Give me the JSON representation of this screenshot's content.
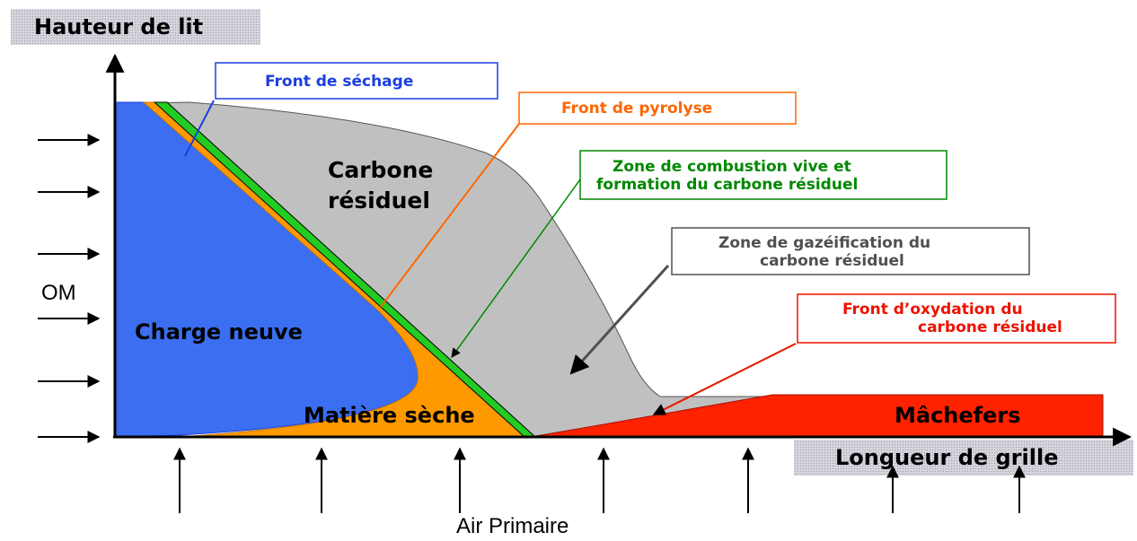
{
  "axes": {
    "y_label": "Hauteur de lit",
    "x_label": "Longueur de grille"
  },
  "inputs": {
    "left_label": "OM",
    "bottom_label": "Air Primaire"
  },
  "zones": {
    "charge_neuve": "Charge neuve",
    "carbone_residuel_line1": "Carbone",
    "carbone_residuel_line2": "résiduel",
    "matiere_seche": "Matière sèche",
    "machefers": "Mâchefers"
  },
  "callouts": {
    "front_sechage": "Front de séchage",
    "front_pyrolyse": "Front de pyrolyse",
    "combustion_line1": "Zone de combustion vive et",
    "combustion_line2": "formation du carbone résiduel",
    "gazeification_line1": "Zone de gazéification du",
    "gazeification_line2": "carbone résiduel",
    "oxydation_line1": "Front d’oxydation du",
    "oxydation_line2": "carbone résiduel"
  },
  "colors": {
    "charge_neuve": "#3b6ef0",
    "matiere_seche": "#ff9900",
    "combustion": "#22cc22",
    "carbone_residuel": "#c0c0c0",
    "machefers": "#ff2200",
    "callout_sechage": "#1a3fe0",
    "callout_pyrolyse": "#ff6600",
    "callout_combustion": "#008800",
    "callout_gazeification": "#505050",
    "callout_oxydation": "#ee1100",
    "axis_label_bg": "#c8c8d0"
  }
}
